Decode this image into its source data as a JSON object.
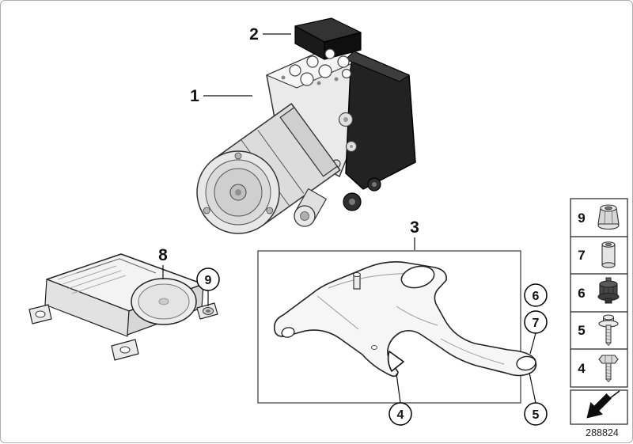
{
  "diagram": {
    "part_number": "288824",
    "callouts": {
      "n1": "1",
      "n2": "2",
      "n3": "3",
      "n4": "4",
      "n5": "5",
      "n6": "6",
      "n7": "7",
      "n8": "8",
      "n9": "9"
    },
    "legend": {
      "rows": [
        {
          "label": "9",
          "icon": "flange-nut-icon"
        },
        {
          "label": "7",
          "icon": "spacer-sleeve-icon"
        },
        {
          "label": "6",
          "icon": "rubber-mount-icon"
        },
        {
          "label": "5",
          "icon": "washer-screw-icon"
        },
        {
          "label": "4",
          "icon": "hex-screw-icon"
        }
      ],
      "footer_icon": "direction-arrow-icon"
    }
  }
}
